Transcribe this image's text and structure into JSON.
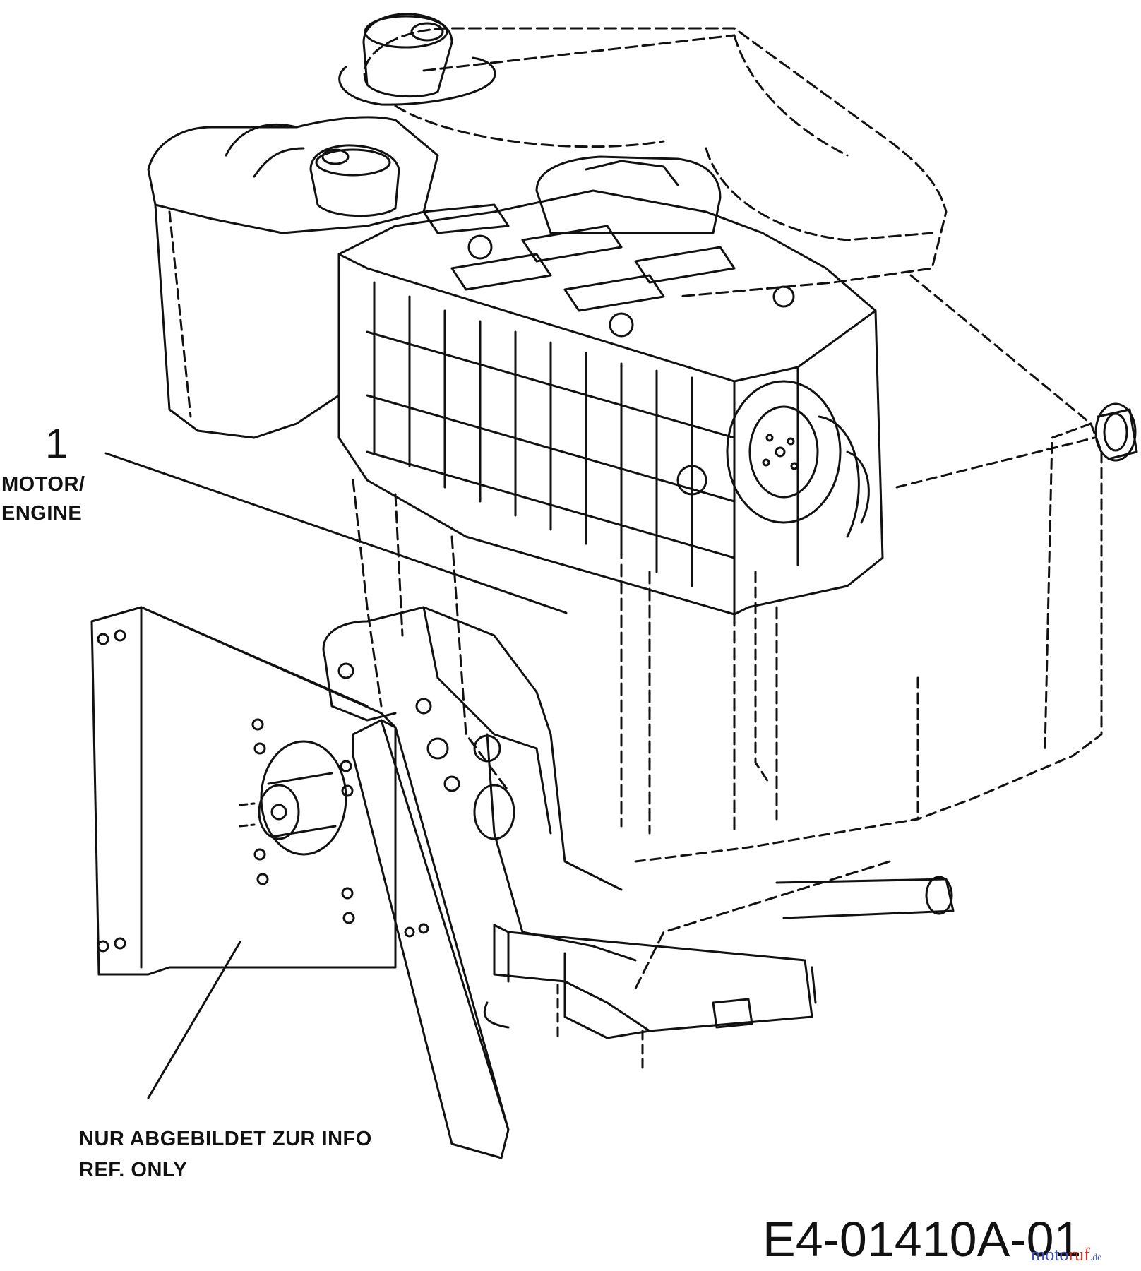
{
  "callout": {
    "number": "1",
    "line1": "MOTOR/",
    "line2": "ENGINE"
  },
  "note": {
    "line1": "NUR ABGEBILDET ZUR INFO",
    "line2": "REF. ONLY"
  },
  "drawing_code": "E4-01410A-01",
  "watermark": {
    "part_a": "moto",
    "part_b": "ruf",
    "part_c": ".de"
  },
  "colors": {
    "ink": "#111111",
    "background": "#ffffff",
    "watermark_blue": "#3a4fb8",
    "watermark_red": "#c8301f"
  }
}
